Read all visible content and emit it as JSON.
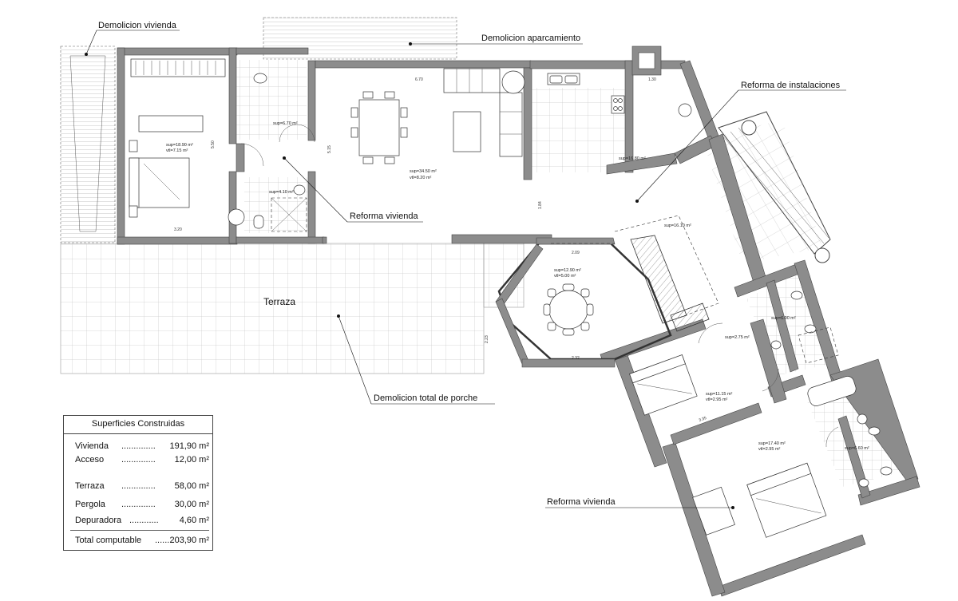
{
  "annotations": {
    "demolicion_vivienda": "Demolicion vivienda",
    "demolicion_aparcamiento": "Demolicion aparcamiento",
    "reforma_instalaciones": "Reforma de instalaciones",
    "reforma_vivienda_1": "Reforma vivienda",
    "reforma_vivienda_2": "Reforma vivienda",
    "terraza": "Terraza",
    "demolicion_porche": "Demolicion total de porche"
  },
  "rooms": {
    "bedroom1_sup": "sup=18.90 m²",
    "bedroom1_vtl": "vtl=7.15 m²",
    "bath1_sup": "sup=6.70 m²",
    "bath2_sup": "sup=4.10 m²",
    "living_sup": "sup=34.50 m²",
    "living_vtl": "vtl=8.20 m²",
    "kitchen_sup": "sup=16.80 m²",
    "hall_sup": "sup=16.10 m²",
    "dining_sup": "sup=12.90 m²",
    "dining_vtl": "vtl=5.00 m²",
    "bath3_sup": "sup=6.90 m²",
    "corridor_sup": "sup=2.75 m²",
    "bedroom2_sup": "sup=11.15 m²",
    "bedroom2_vtl": "vtl=2.95 m²",
    "bedroom3_sup": "sup=17.40 m²",
    "bedroom3_vtl": "vtl=2.95 m²",
    "bath4_sup": "sup=6.60 m²"
  },
  "dimensions": {
    "d_670": "6.70",
    "d_320": "3.20",
    "d_515": "5.15",
    "d_550": "5.50",
    "d_130": "1.30",
    "d_209": "2.09",
    "d_232": "2.32",
    "d_184": "1.84",
    "d_223": "2.23",
    "d_335": "3.35"
  },
  "summary": {
    "title": "Superficies Construidas",
    "rows": [
      {
        "label": "Vivienda",
        "dots": "..............",
        "value": "191,90 m²"
      },
      {
        "label": "Acceso",
        "dots": "..............",
        "value": "12,00 m²"
      },
      {
        "label": "Terraza",
        "dots": "..............",
        "value": "58,00 m²"
      },
      {
        "label": "Pergola",
        "dots": "..............",
        "value": "30,00 m²"
      },
      {
        "label": "Depuradora",
        "dots": "............",
        "value": "4,60 m²"
      }
    ],
    "total_label": "Total computable",
    "total_dots": "........",
    "total_value": "203,90 m²"
  }
}
